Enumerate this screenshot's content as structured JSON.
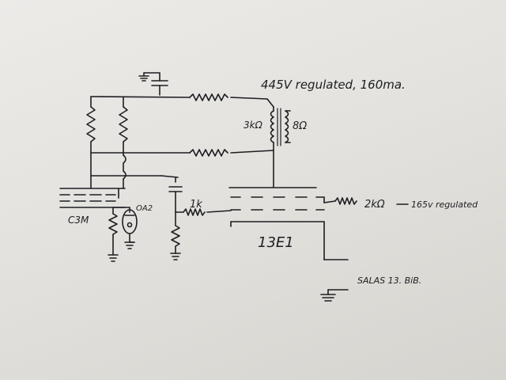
{
  "labels": {
    "supply": "445V regulated, 160ma.",
    "primary_impedance": "3kΩ",
    "secondary_impedance": "8Ω",
    "grid_resistor": "1k",
    "screen_resistor": "2kΩ",
    "screen_supply": "165v regulated",
    "driver_tube": "C3M",
    "regulator_tube": "OA2",
    "output_tube": "13E1",
    "credit": "SALAS 13. BiB."
  }
}
